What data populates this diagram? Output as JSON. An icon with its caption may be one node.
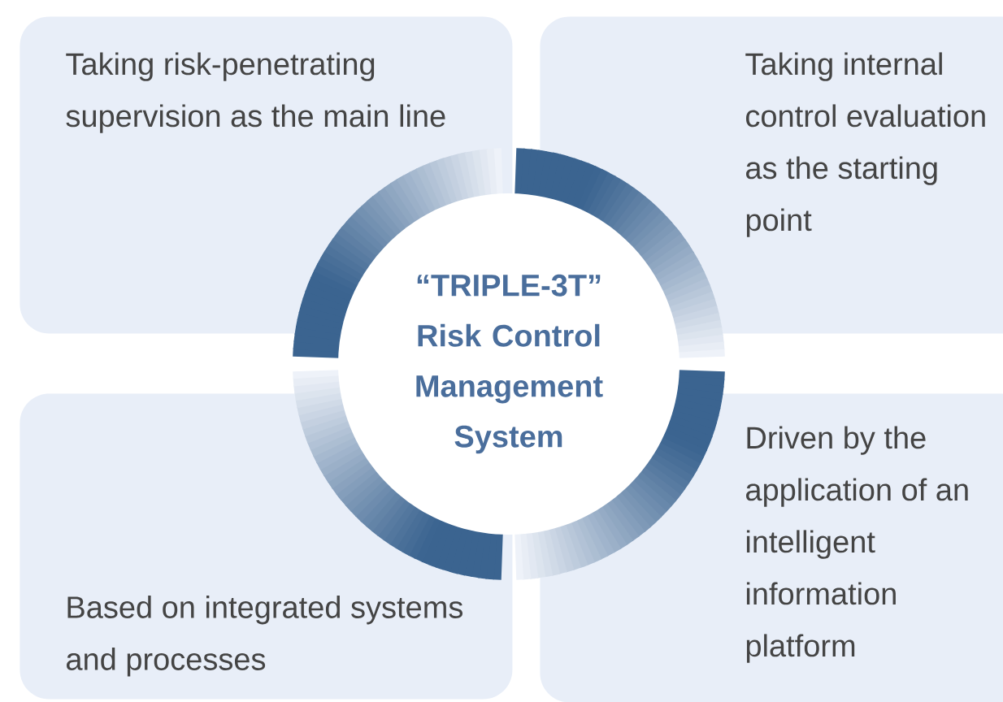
{
  "diagram": {
    "nodes": [
      {
        "text": [
          "Taking risk-penetrating supervision as the main line"
        ]
      },
      {
        "text": [
          "Taking internal control evaluation as the starting point"
        ]
      },
      {
        "text": [
          "“TRIPLE-3T” Risk Control Management System"
        ]
      },
      {
        "text": [
          "Based on integrated systems and processes"
        ]
      },
      {
        "text": [
          "Driven by the application of an intelligent information platform"
        ]
      }
    ],
    "edges": []
  }
}
